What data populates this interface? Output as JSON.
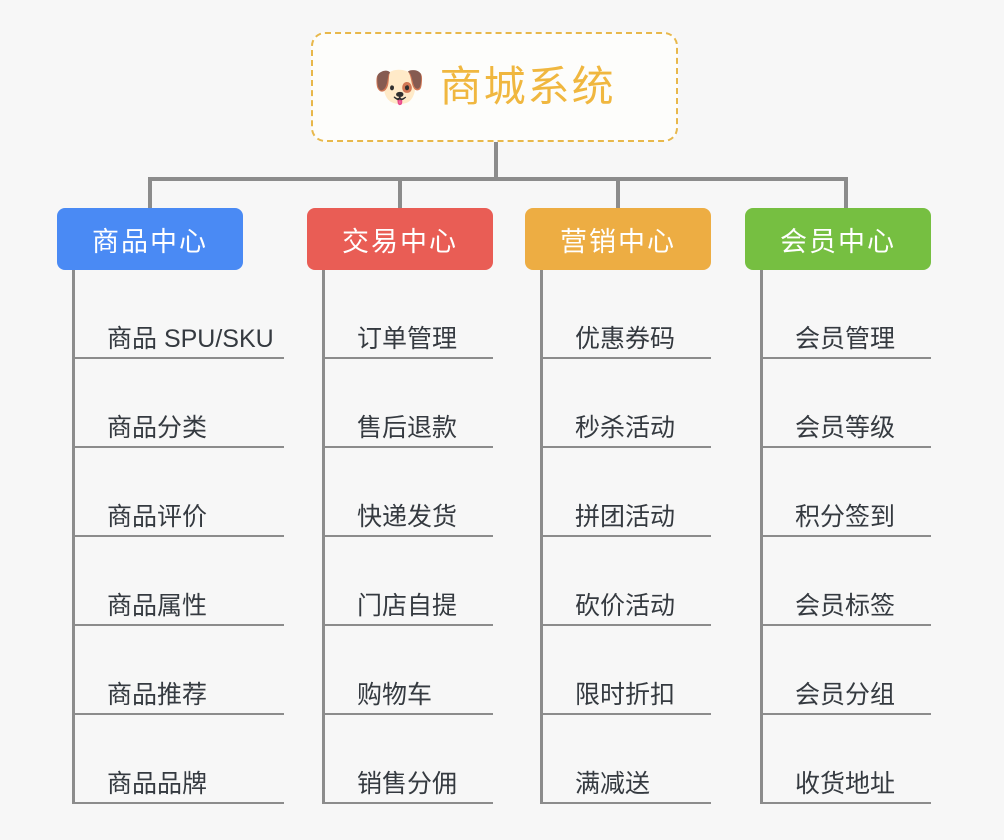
{
  "page": {
    "background_color": "#f7f7f7",
    "line_color": "#8c8c8c"
  },
  "root": {
    "title": "商城系统",
    "emoji": "🐶",
    "emoji_name": "dog-face-emoji",
    "text_color": "#f0b73f",
    "border_color": "#e8b84b",
    "border_style": "dashed"
  },
  "branches": [
    {
      "title": "商品中心",
      "color": "#4a8af4",
      "items": [
        "商品 SPU/SKU",
        "商品分类",
        "商品评价",
        "商品属性",
        "商品推荐",
        "商品品牌"
      ]
    },
    {
      "title": "交易中心",
      "color": "#e95d55",
      "items": [
        "订单管理",
        "售后退款",
        "快递发货",
        "门店自提",
        "购物车",
        "销售分佣"
      ]
    },
    {
      "title": "营销中心",
      "color": "#edad43",
      "items": [
        "优惠券码",
        "秒杀活动",
        "拼团活动",
        "砍价活动",
        "限时折扣",
        "满减送"
      ]
    },
    {
      "title": "会员中心",
      "color": "#76bf41",
      "items": [
        "会员管理",
        "会员等级",
        "积分签到",
        "会员标签",
        "会员分组",
        "收货地址"
      ]
    }
  ]
}
